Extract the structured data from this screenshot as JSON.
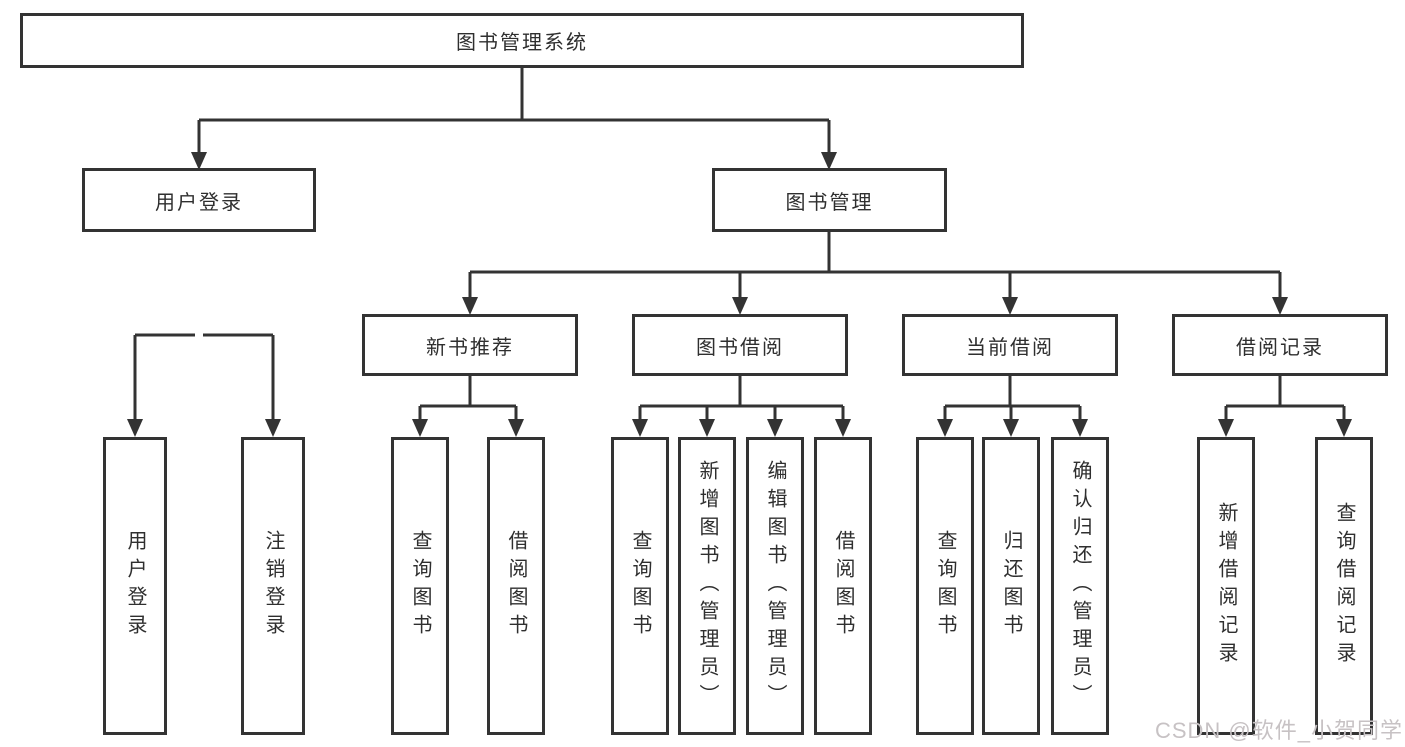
{
  "diagram": {
    "title": "图书管理系统",
    "type": "functional-structure-tree",
    "watermark": "CSDN @软件_小贺同学"
  },
  "colors": {
    "line": "#333333",
    "text": "#2f2f2f",
    "box_background": "#ffffff",
    "watermark": "#c7c2c4"
  },
  "nodes": {
    "root": {
      "label": "图书管理系统"
    },
    "user_login": {
      "label": "用户登录"
    },
    "book_mgmt": {
      "label": "图书管理"
    },
    "new_book_rec": {
      "label": "新书推荐"
    },
    "book_borrow": {
      "label": "图书借阅"
    },
    "current_borrow": {
      "label": "当前借阅"
    },
    "borrow_record": {
      "label": "借阅记录"
    },
    "leaf_user_login": {
      "label": "用户登录"
    },
    "leaf_logout": {
      "label": "注销登录"
    },
    "leaf_query_book_1": {
      "label": "查询图书"
    },
    "leaf_borrow_book_1": {
      "label": "借阅图书"
    },
    "leaf_query_book_2": {
      "label": "查询图书"
    },
    "leaf_add_book": {
      "label": "新增图书（管理员）"
    },
    "leaf_edit_book": {
      "label": "编辑图书（管理员）"
    },
    "leaf_borrow_book_2": {
      "label": "借阅图书"
    },
    "leaf_query_book_3": {
      "label": "查询图书"
    },
    "leaf_return_book": {
      "label": "归还图书"
    },
    "leaf_confirm_return": {
      "label": "确认归还（管理员）"
    },
    "leaf_add_record": {
      "label": "新增借阅记录"
    },
    "leaf_query_record": {
      "label": "查询借阅记录"
    }
  },
  "structure": {
    "root": [
      "user_login",
      "book_mgmt"
    ],
    "user_login": [
      "leaf_user_login",
      "leaf_logout"
    ],
    "book_mgmt": [
      "new_book_rec",
      "book_borrow",
      "current_borrow",
      "borrow_record"
    ],
    "new_book_rec": [
      "leaf_query_book_1",
      "leaf_borrow_book_1"
    ],
    "book_borrow": [
      "leaf_query_book_2",
      "leaf_add_book",
      "leaf_edit_book",
      "leaf_borrow_book_2"
    ],
    "current_borrow": [
      "leaf_query_book_3",
      "leaf_return_book",
      "leaf_confirm_return"
    ],
    "borrow_record": [
      "leaf_add_record",
      "leaf_query_record"
    ]
  }
}
